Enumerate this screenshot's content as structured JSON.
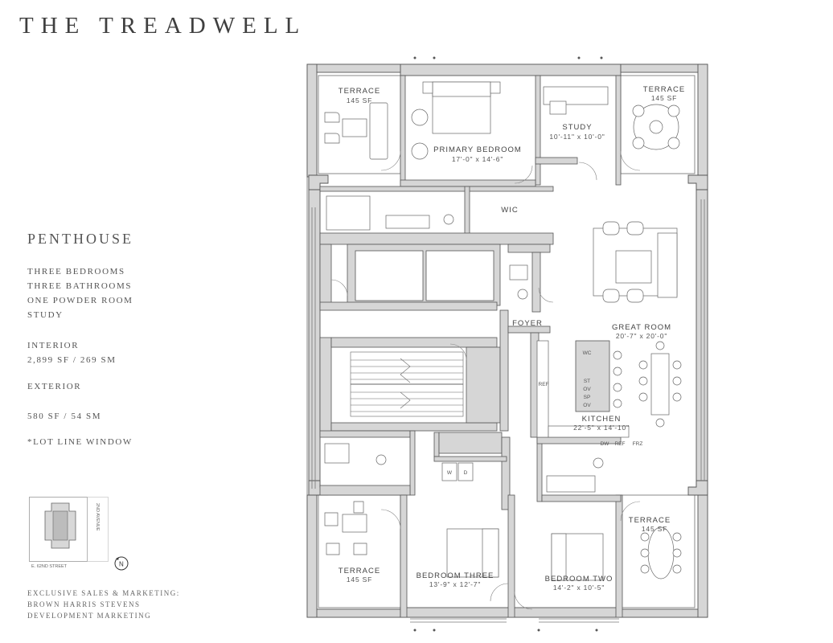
{
  "brand": "THE TREADWELL",
  "unit": {
    "title": "PENTHOUSE",
    "features": [
      "THREE BEDROOMS",
      "THREE BATHROOMS",
      "ONE POWDER ROOM",
      "STUDY"
    ],
    "interior_label": "INTERIOR",
    "interior_value": "2,899 SF / 269 SM",
    "exterior_label": "EXTERIOR",
    "exterior_value": "580 SF / 54 SM",
    "note": "*LOT LINE WINDOW"
  },
  "key_plan": {
    "street_label": "E. 62ND STREET",
    "avenue_label": "2ND AVENUE",
    "north_label": "N"
  },
  "credits": {
    "line1": "EXCLUSIVE SALES & MARKETING:",
    "line2": "BROWN HARRIS STEVENS",
    "line3": "DEVELOPMENT MARKETING"
  },
  "rooms": {
    "terrace_nw": {
      "name": "TERRACE",
      "size": "145 SF"
    },
    "primary_bedroom": {
      "name": "PRIMARY BEDROOM",
      "size": "17'-0\" x 14'-6\""
    },
    "study": {
      "name": "STUDY",
      "size": "10'-11\" x 10'-0\""
    },
    "terrace_ne": {
      "name": "TERRACE",
      "size": "145 SF"
    },
    "wic": {
      "name": "WIC"
    },
    "foyer": {
      "name": "FOYER"
    },
    "great_room": {
      "name": "GREAT ROOM",
      "size": "20'-7\" x 20'-0\""
    },
    "kitchen": {
      "name": "KITCHEN",
      "size": "22'-5\" x 14'-10\""
    },
    "terrace_sw": {
      "name": "TERRACE",
      "size": "145 SF"
    },
    "bedroom_three": {
      "name": "BEDROOM THREE",
      "size": "13'-9\" x 12'-7\""
    },
    "bedroom_two": {
      "name": "BEDROOM TWO",
      "size": "14'-2\" x 10'-5\""
    },
    "terrace_se": {
      "name": "TERRACE",
      "size": "145 SF"
    }
  },
  "appliances": {
    "wc": "WC",
    "st": "ST",
    "ov1": "OV",
    "sp": "SP",
    "ov2": "OV",
    "ref": "REF",
    "dw": "DW",
    "ref2": "REF",
    "frz": "FRZ",
    "washer": "W",
    "dryer": "D"
  }
}
